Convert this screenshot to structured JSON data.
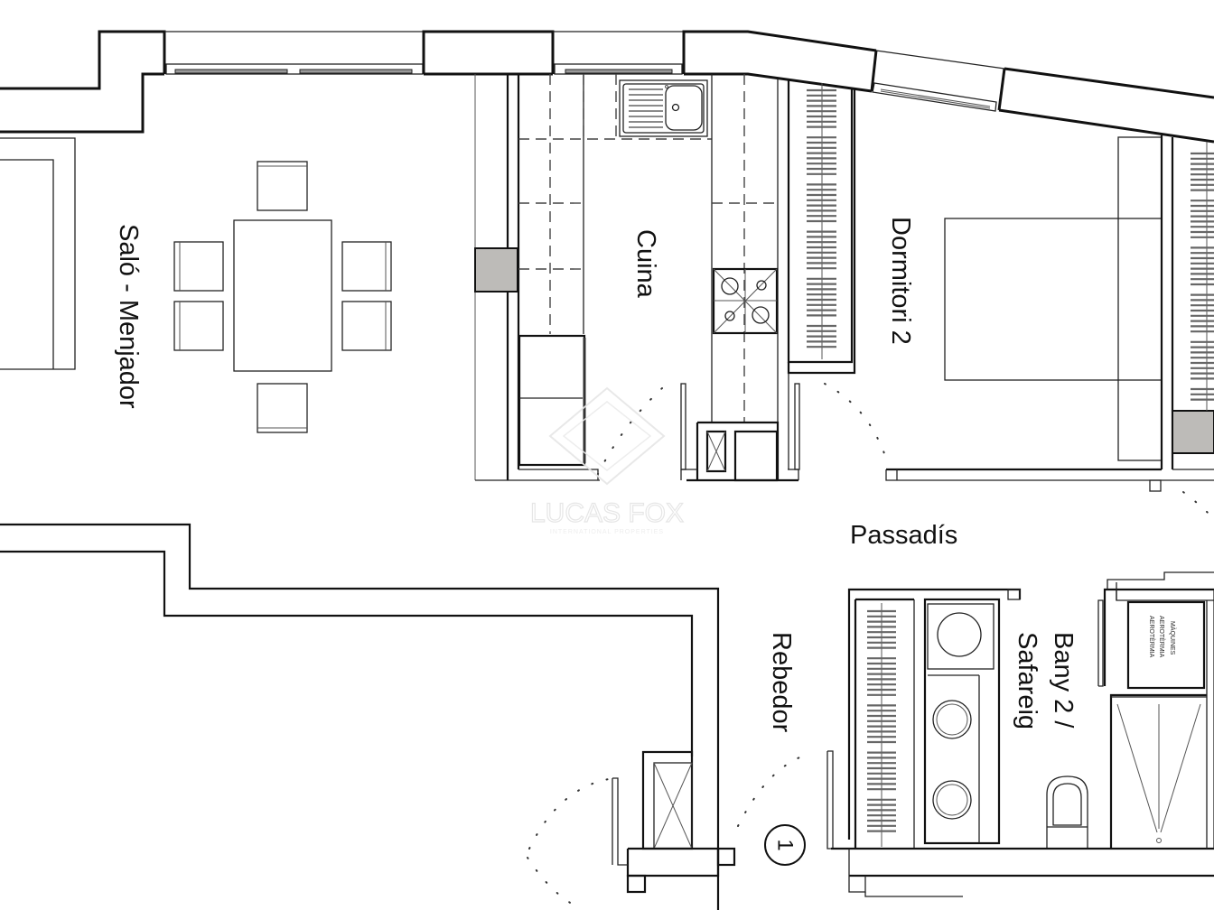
{
  "plan": {
    "rooms": [
      {
        "id": "salo",
        "label": "Saló - Menjador"
      },
      {
        "id": "cuina",
        "label": "Cuina"
      },
      {
        "id": "dormitori2",
        "label": "Dormitori 2"
      },
      {
        "id": "passadis",
        "label": "Passadís"
      },
      {
        "id": "rebedor",
        "label": "Rebedor"
      },
      {
        "id": "bany2",
        "label_line1": "Bany 2 /",
        "label_line2": "Safareig"
      }
    ],
    "equipment_label": {
      "line1": "MÀQUINES",
      "line2": "AEROTÈRMIA",
      "line3": "AEROTÈRMIA"
    },
    "entrance_marker": "1",
    "watermark": {
      "brand": "LUCAS FOX",
      "tagline": "INTERNATIONAL PROPERTIES"
    },
    "colors": {
      "wall": "#111111",
      "fill_grey": "#bdbbb8",
      "background": "#ffffff"
    }
  }
}
